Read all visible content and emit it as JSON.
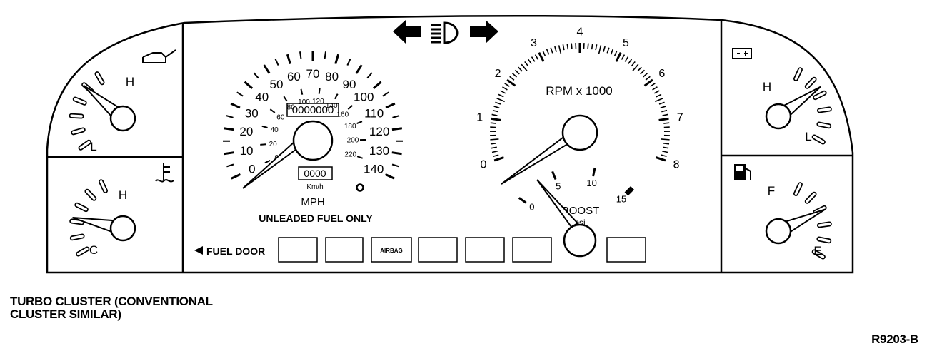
{
  "speedometer": {
    "mph_labels": [
      "0",
      "10",
      "20",
      "30",
      "40",
      "50",
      "60",
      "70",
      "80",
      "90",
      "100",
      "110",
      "120",
      "130",
      "140"
    ],
    "kmh_labels": [
      "0",
      "20",
      "40",
      "60",
      "80",
      "100",
      "120",
      "140",
      "160",
      "180",
      "200",
      "220"
    ],
    "odometer": "0000000",
    "trip": "0000",
    "kmh_unit": "Km/h",
    "mph_unit": "MPH",
    "notice": "UNLEADED FUEL ONLY"
  },
  "tachometer": {
    "labels": [
      "0",
      "1",
      "2",
      "3",
      "4",
      "5",
      "6",
      "7",
      "8"
    ],
    "unit": "RPM x 1000"
  },
  "boost": {
    "labels": [
      "0",
      "5",
      "10",
      "15"
    ],
    "title": "BOOST",
    "unit": "psi"
  },
  "oil_gauge": {
    "high": "H",
    "low": "L"
  },
  "temp_gauge": {
    "high": "H",
    "low": "C"
  },
  "volt_gauge": {
    "high": "H",
    "low": "L"
  },
  "fuel_gauge": {
    "full": "F",
    "empty": "E"
  },
  "warning_strip": {
    "fuel_door_label": "FUEL DOOR",
    "airbag_label": "AIRBAG"
  },
  "caption": {
    "line1": "TURBO CLUSTER (CONVENTIONAL",
    "line2": "CLUSTER SIMILAR)"
  },
  "figure_id": "R9203-B",
  "icons": [
    "left-turn-arrow-icon",
    "headlamp-high-beam-icon",
    "right-turn-arrow-icon",
    "oil-can-icon",
    "thermometer-icon",
    "battery-icon",
    "fuel-pump-icon",
    "fuel-door-arrow-icon"
  ]
}
